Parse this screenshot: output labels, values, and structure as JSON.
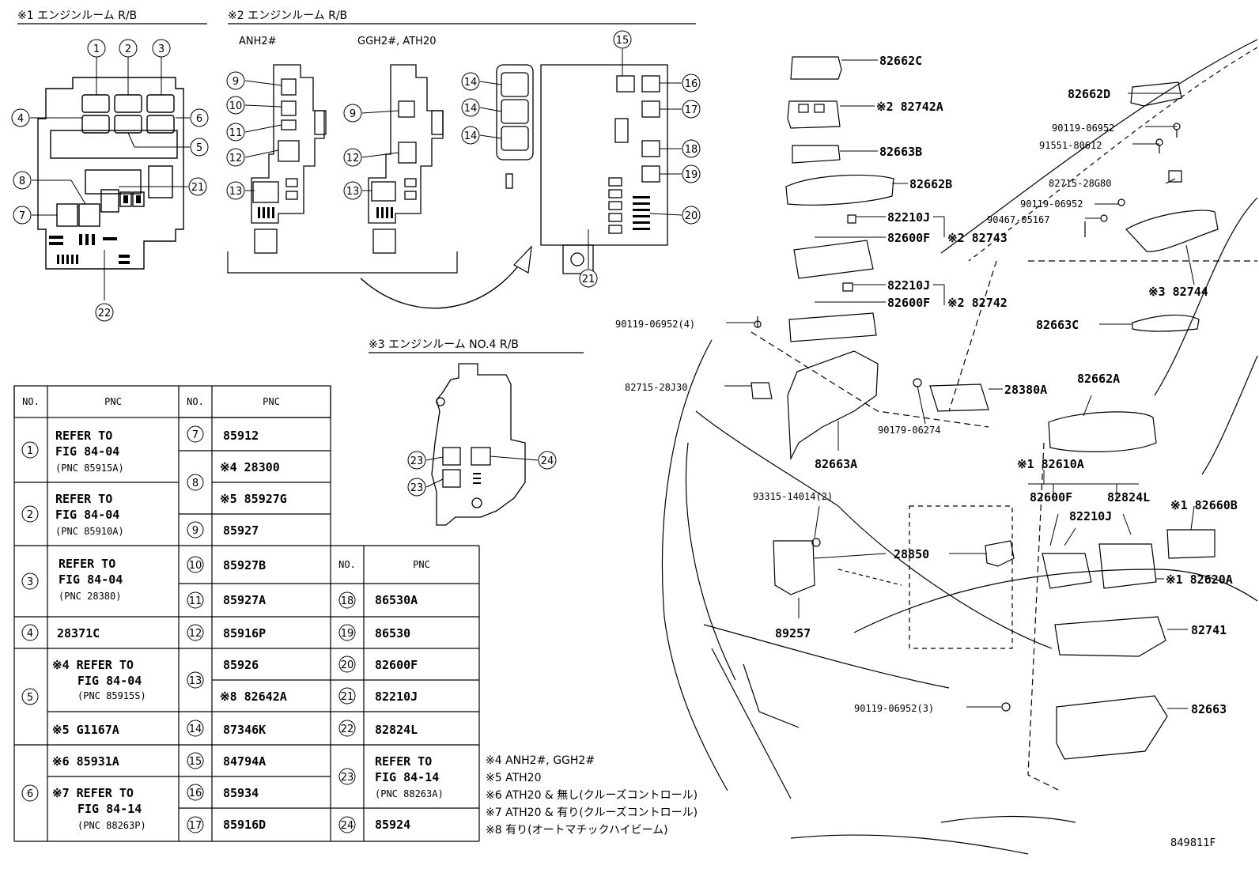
{
  "sections": {
    "s1_title": "※1 エンジンルーム R/B",
    "s2_title": "※2 エンジンルーム R/B",
    "s2_sub_a": "ANH2#",
    "s2_sub_b": "GGH2#, ATH20",
    "s3_title": "※3 エンジンルーム NO.4 R/B"
  },
  "diagram_callouts": {
    "s1": [
      "1",
      "2",
      "3",
      "4",
      "5",
      "6",
      "7",
      "8",
      "21",
      "22"
    ],
    "s2_left": [
      "9",
      "10",
      "11",
      "12",
      "13"
    ],
    "s2_mid": [
      "9",
      "12",
      "13"
    ],
    "s2_right": [
      "14",
      "14",
      "14",
      "15",
      "16",
      "17",
      "18",
      "19",
      "20",
      "21"
    ],
    "s3": [
      "23",
      "23",
      "24"
    ]
  },
  "parts": {
    "p82662C": "82662C",
    "p82742A": "※2 82742A",
    "p82663B": "82663B",
    "p82662B": "82662B",
    "p82210J_1": "82210J",
    "p82600F_1": "82600F",
    "p82743": "※2 82743",
    "p82210J_2": "82210J",
    "p82600F_2": "82600F",
    "p82742": "※2 82742",
    "p82662D": "82662D",
    "p90119_a": "90119-06952",
    "p91551": "91551-80612",
    "p82715_28G80": "82715-28G80",
    "p90119_b": "90119-06952",
    "p90467": "90467-05167",
    "p82744": "※3 82744",
    "p82663C": "82663C",
    "p90119_4": "90119-06952(4)",
    "p82715_28J30": "82715-28J30",
    "p28380A": "28380A",
    "p82662A": "82662A",
    "p90179": "90179-06274",
    "p82663A": "82663A",
    "p82610A": "※1 82610A",
    "p93315": "93315-14014(2)",
    "p82600F_3": "82600F",
    "p82824L": "82824L",
    "p82210J_3": "82210J",
    "p82660B": "※1 82660B",
    "p28850": "28850",
    "p82620A": "※1 82620A",
    "p89257": "89257",
    "p82741": "82741",
    "p90119_3": "90119-06952(3)",
    "p82663": "82663",
    "figure_id": "849811F"
  },
  "table": {
    "header_no": "NO.",
    "header_pnc": "PNC",
    "col1": [
      {
        "no": "1",
        "lines": [
          "REFER TO",
          "FIG 84-04",
          "(PNC 85915A)"
        ]
      },
      {
        "no": "2",
        "lines": [
          "REFER TO",
          "FIG 84-04",
          "(PNC 85910A)"
        ]
      },
      {
        "no": "3",
        "lines": [
          "REFER TO",
          "FIG 84-04",
          "(PNC 28380)"
        ]
      },
      {
        "no": "4",
        "lines": [
          "28371C"
        ]
      },
      {
        "no": "5",
        "lines": [
          "※4 REFER TO",
          "FIG 84-04",
          "(PNC 85915S)"
        ],
        "extra": "※5 G1167A"
      },
      {
        "no": "6",
        "lines": [
          "※6 85931A"
        ],
        "extra_lines": [
          "※7 REFER TO",
          "FIG 84-14",
          "(PNC 88263P)"
        ]
      }
    ],
    "col2": [
      {
        "no": "7",
        "pnc": "85912"
      },
      {
        "no": "8",
        "pnc": "※4 28300",
        "pnc2": "※5 85927G"
      },
      {
        "no": "9",
        "pnc": "85927"
      },
      {
        "no": "10",
        "pnc": "85927B"
      },
      {
        "no": "11",
        "pnc": "85927A"
      },
      {
        "no": "12",
        "pnc": "85916P"
      },
      {
        "no": "13",
        "pnc": "85926",
        "pnc2": "※8 82642A"
      },
      {
        "no": "14",
        "pnc": "87346K"
      },
      {
        "no": "15",
        "pnc": "84794A"
      },
      {
        "no": "16",
        "pnc": "85934"
      },
      {
        "no": "17",
        "pnc": "85916D"
      }
    ],
    "col3": [
      {
        "no": "18",
        "pnc": "86530A"
      },
      {
        "no": "19",
        "pnc": "86530"
      },
      {
        "no": "20",
        "pnc": "82600F"
      },
      {
        "no": "21",
        "pnc": "82210J"
      },
      {
        "no": "22",
        "pnc": "82824L"
      },
      {
        "no": "23",
        "lines": [
          "REFER TO",
          "FIG 84-14",
          "(PNC 88263A)"
        ]
      },
      {
        "no": "24",
        "pnc": "85924"
      }
    ]
  },
  "notes": [
    "※4 ANH2#, GGH2#",
    "※5 ATH20",
    "※6 ATH20 & 無し(クルーズコントロール)",
    "※7 ATH20 & 有り(クルーズコントロール)",
    "※8 有り(オートマチックハイビーム)"
  ]
}
